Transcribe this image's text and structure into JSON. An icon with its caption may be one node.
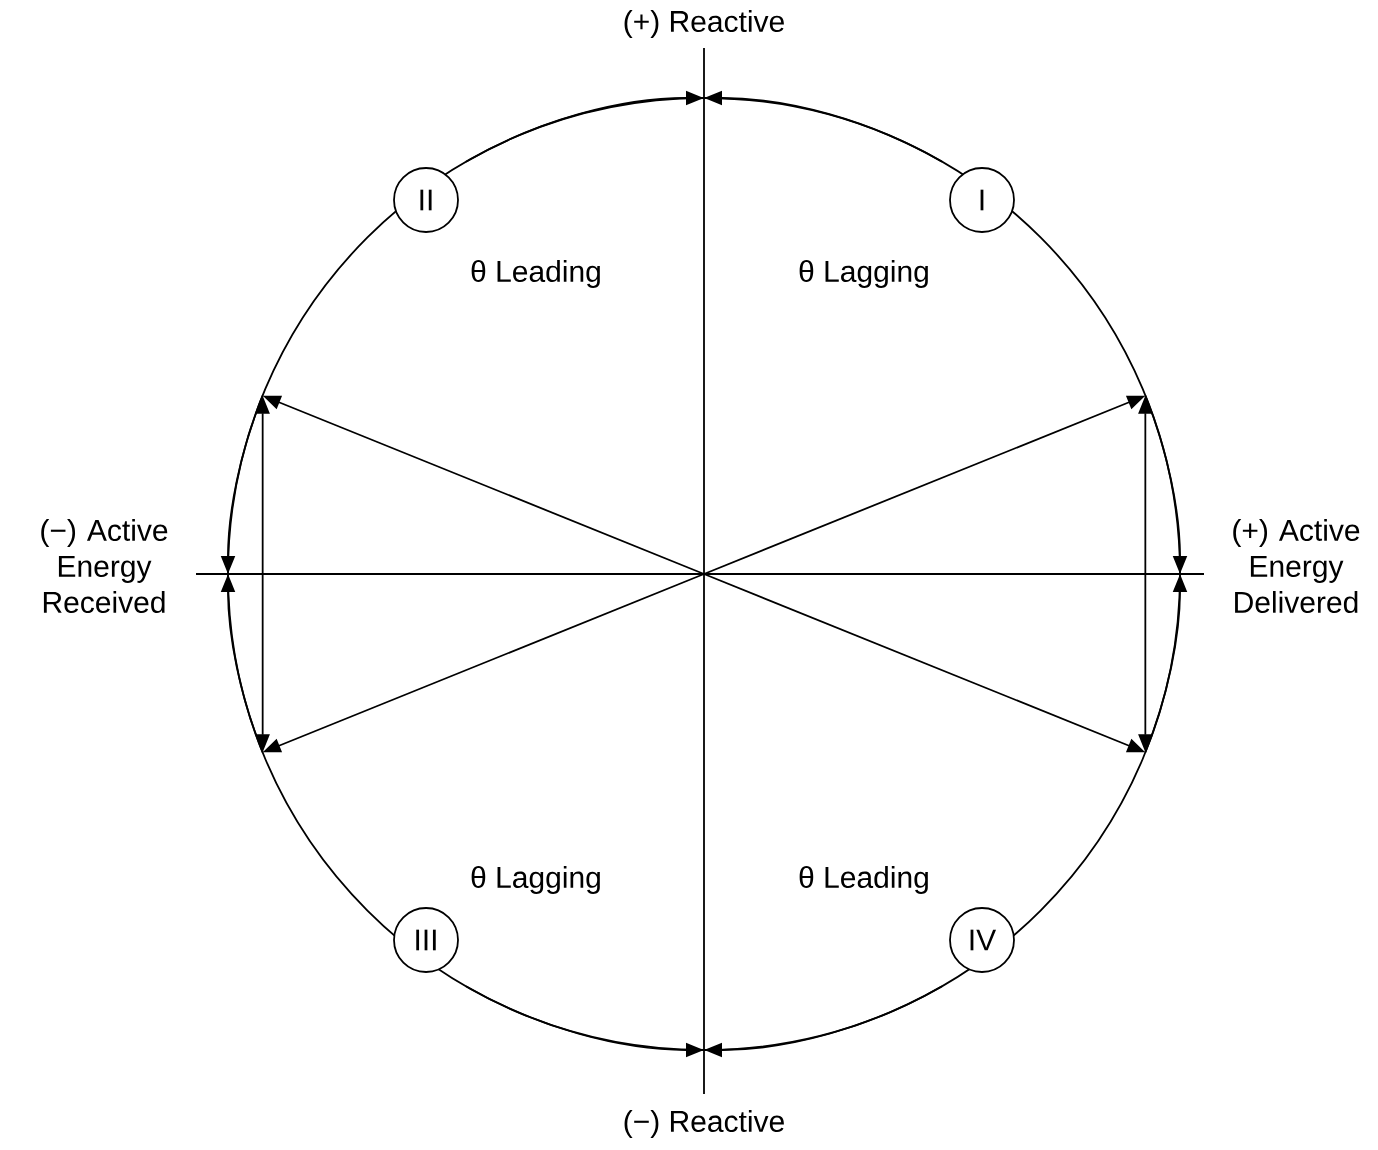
{
  "diagram": {
    "nodes": [
      {
        "text": [
          "II"
        ]
      },
      {
        "text": [
          "I"
        ]
      },
      {
        "text": [
          "III"
        ]
      },
      {
        "text": [
          "IV"
        ]
      }
    ],
    "labels": [
      "(+) Reactive",
      "θ Leading",
      "θ Lagging",
      "(−) Active Energy Received",
      "(+) Active Energy Delivered",
      "θ Lagging",
      "θ Leading",
      "(−) Reactive"
    ]
  }
}
